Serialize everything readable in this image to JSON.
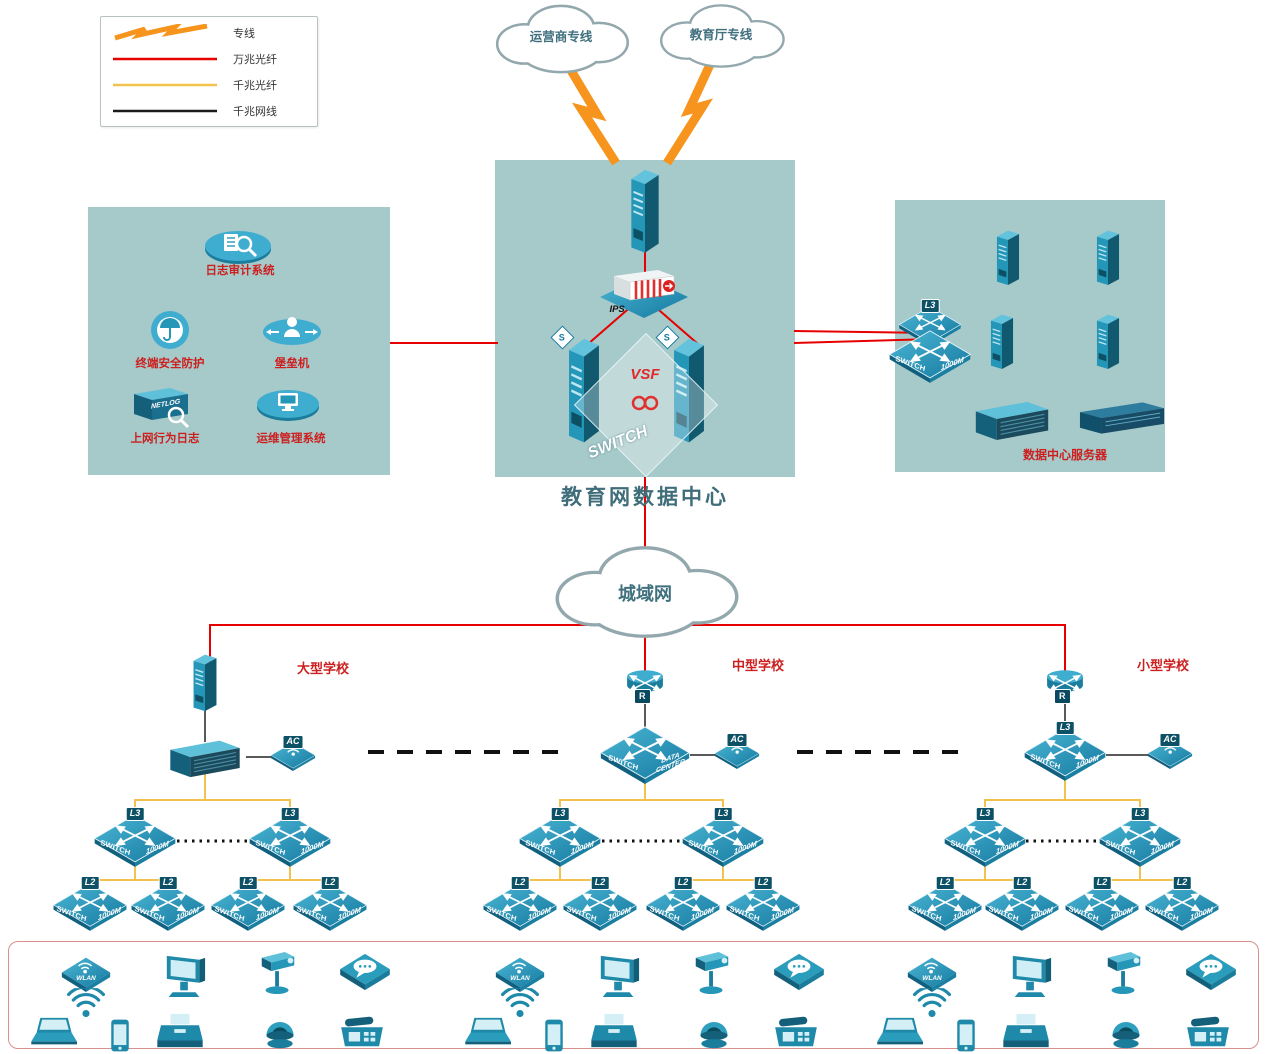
{
  "legend": {
    "items": [
      {
        "label": "专线"
      },
      {
        "label": "万兆光纤"
      },
      {
        "label": "千兆光纤"
      },
      {
        "label": "千兆网线"
      }
    ]
  },
  "clouds": {
    "carrier": "运营商专线",
    "education_dept": "教育厅专线",
    "man": "城域网"
  },
  "datacenter": {
    "title": "教育网数据中心",
    "vsf_label": "VSF",
    "switch_word": "SWITCH",
    "ips_label": "IPS",
    "s_badge": "S"
  },
  "security_zone": {
    "log_audit_label": "日志审计系统",
    "terminal_security_label": "终端安全防护",
    "bastion_label": "堡垒机",
    "netlog_label": "上网行为日志",
    "netlog_badge": "NETLOG",
    "ops_label": "运维管理系统"
  },
  "server_zone": {
    "title": "数据中心服务器"
  },
  "schools": {
    "large": "大型学校",
    "medium": "中型学校",
    "small": "小型学校"
  },
  "device_labels": {
    "switch": "SWITCH",
    "m1000": "1000M",
    "l3": "L3",
    "l2": "L2",
    "ac": "AC",
    "r": "R",
    "data_center": "DATA CENTER",
    "wlan": "WLAN"
  },
  "colors": {
    "line_dedicated": "#f7941d",
    "line_10g_fiber": "#e60000",
    "line_1g_fiber": "#f2c14e",
    "line_1g_copper": "#1a1a1a",
    "zone_background": "#a6c9c9",
    "device_teal": "#2496b8",
    "label_red": "#cc1f1f"
  }
}
